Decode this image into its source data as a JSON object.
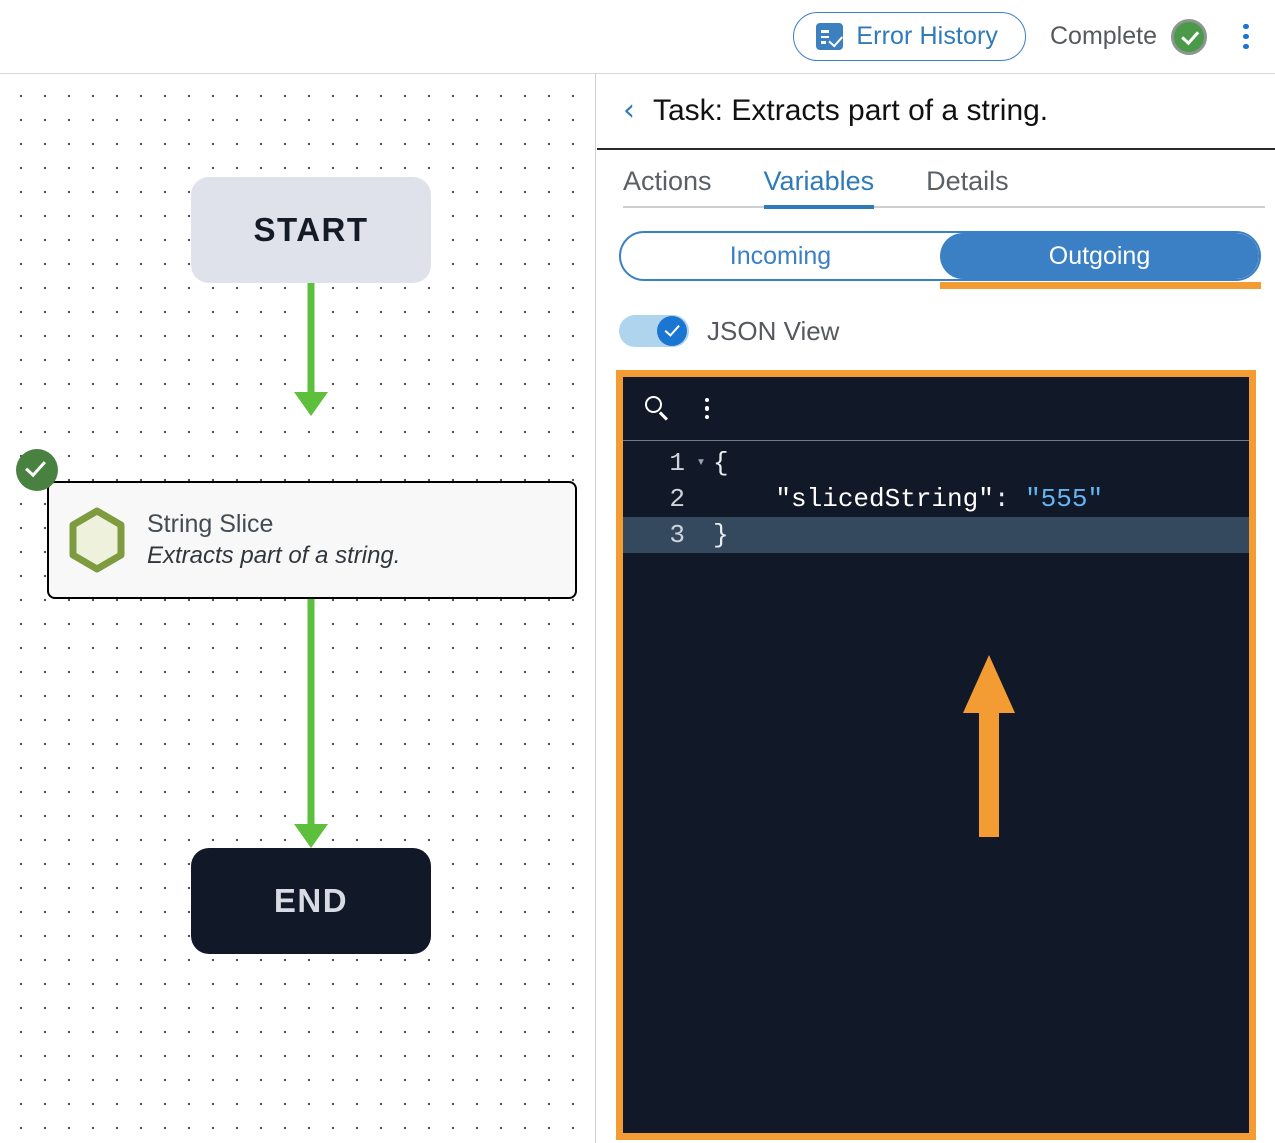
{
  "topbar": {
    "error_history_label": "Error History",
    "error_history_icon": "list-check-icon",
    "status_label": "Complete",
    "status_icon": "check-circle-icon",
    "overflow_icon": "kebab-menu-icon"
  },
  "canvas": {
    "start_node": {
      "label": "START"
    },
    "end_node": {
      "label": "END"
    },
    "task_node": {
      "title": "String Slice",
      "subtitle": "Extracts part of a string.",
      "icon": "hexagon-icon",
      "status_icon": "check-circle-icon"
    }
  },
  "panel": {
    "back_icon": "chevron-left-icon",
    "title": "Task: Extracts part of a string.",
    "tabs": [
      {
        "label": "Actions",
        "active": false
      },
      {
        "label": "Variables",
        "active": true
      },
      {
        "label": "Details",
        "active": false
      }
    ],
    "segmented": [
      {
        "label": "Incoming",
        "active": false
      },
      {
        "label": "Outgoing",
        "active": true
      }
    ],
    "json_view": {
      "label": "JSON View",
      "enabled": true
    },
    "editor": {
      "search_icon": "search-icon",
      "overflow_icon": "kebab-menu-icon",
      "lines": [
        {
          "num": "1",
          "fold": "▾",
          "text": "{",
          "highlight": false
        },
        {
          "num": "2",
          "fold": "",
          "key": "\"slicedString\"",
          "sep": ": ",
          "value": "\"555\"",
          "highlight": false
        },
        {
          "num": "3",
          "fold": "",
          "text": "}",
          "highlight": true
        }
      ],
      "annotation_arrow": "up-arrow-annotation"
    }
  },
  "colors": {
    "accent_blue": "#2f7ab8",
    "highlight_orange": "#f39c33",
    "flow_green": "#5cc03c",
    "status_green": "#488140",
    "editor_bg": "#111827"
  }
}
